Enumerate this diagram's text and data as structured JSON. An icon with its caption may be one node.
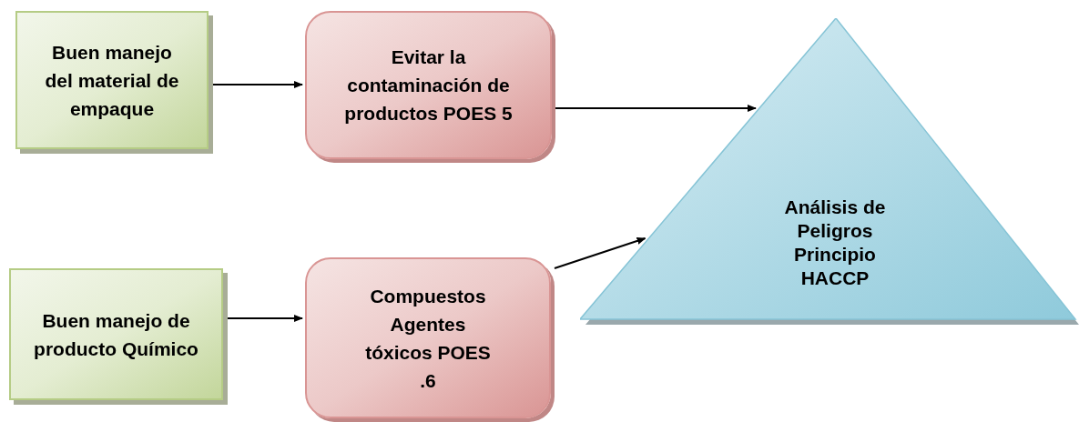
{
  "diagram": {
    "nodes": [
      {
        "text": [
          "Buen manejo del material de empaque"
        ]
      },
      {
        "text": [
          "Evitar la contaminación de productos POES 5"
        ]
      },
      {
        "text": [
          "Análisis de Peligros Principio HACCP"
        ]
      },
      {
        "text": [
          "Buen manejo de producto Químico"
        ]
      },
      {
        "text": [
          "Compuestos Agentes tóxicos POES .6"
        ]
      }
    ],
    "edges": [
      {
        "from": 0,
        "to": 1,
        "arrow": "to"
      },
      {
        "from": 1,
        "to": 2,
        "arrow": "to"
      },
      {
        "from": 3,
        "to": 4,
        "arrow": "to"
      },
      {
        "from": 4,
        "to": 2,
        "arrow": "to"
      }
    ]
  }
}
